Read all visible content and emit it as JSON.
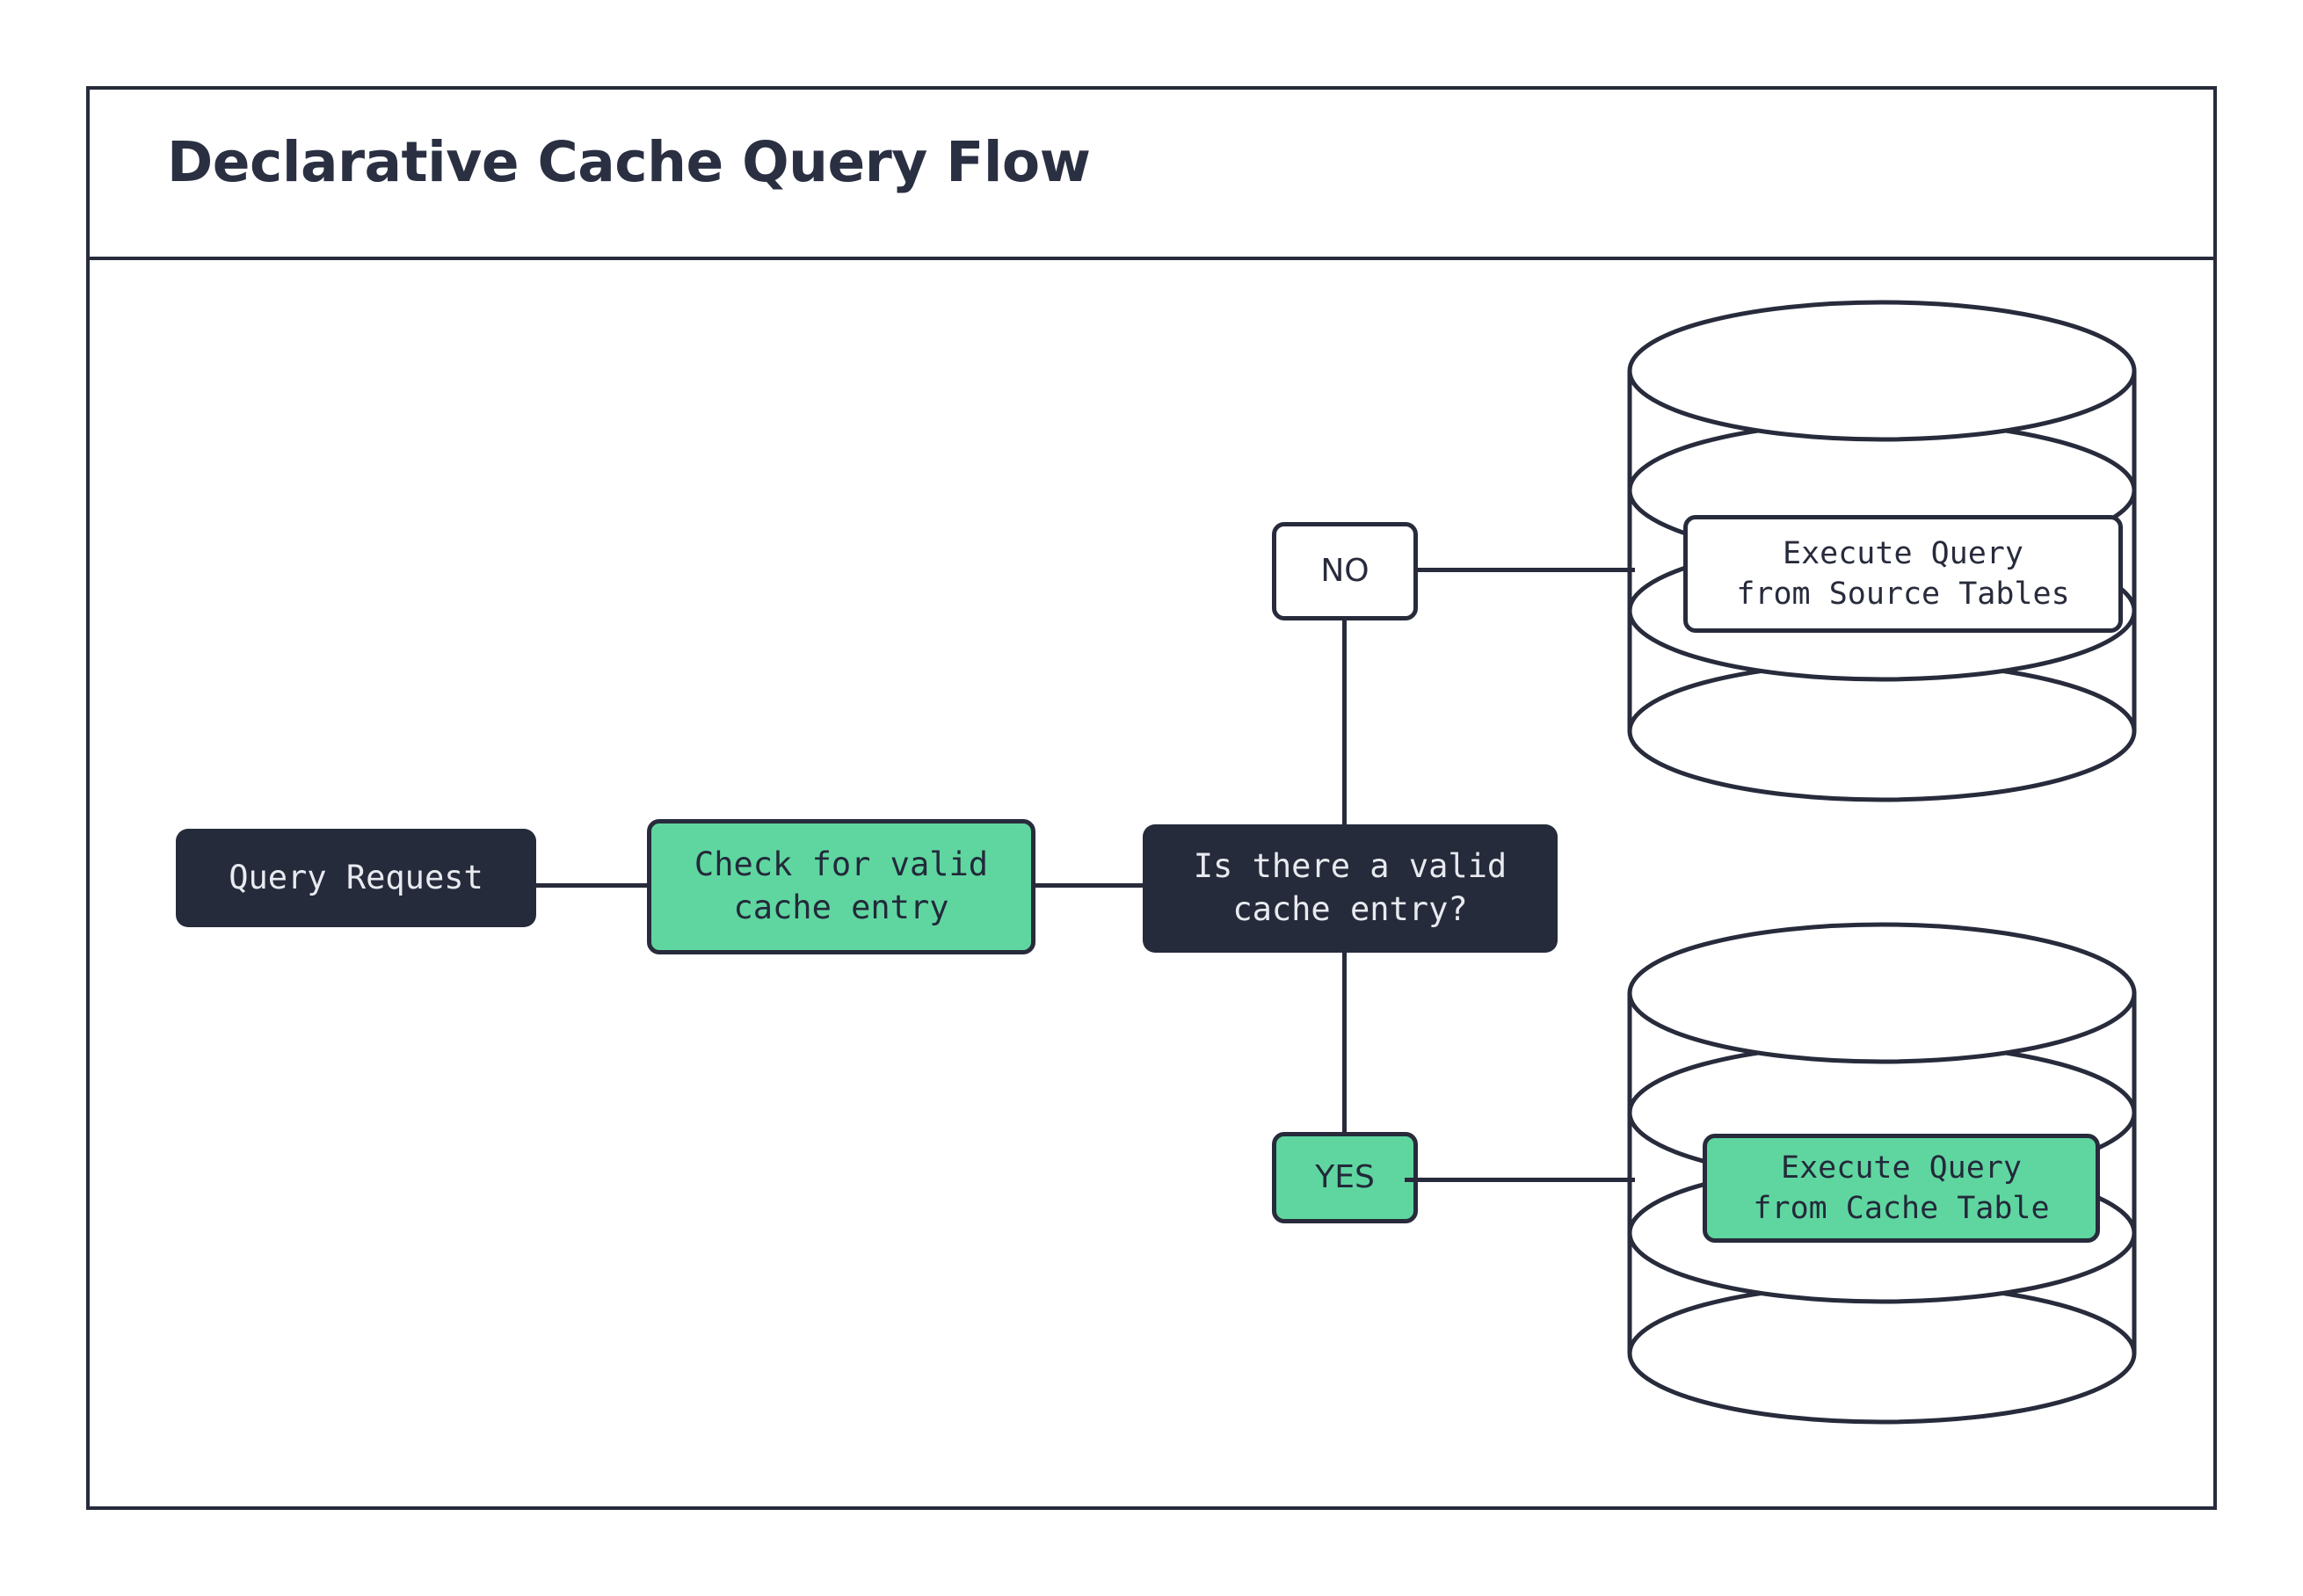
{
  "diagram": {
    "title": "Declarative Cache Query Flow",
    "type": "flowchart",
    "colors": {
      "dark": "#262b3b",
      "green": "#5fd6a0",
      "white": "#ffffff",
      "stroke": "#272b3b",
      "title_text": "#2a3042"
    },
    "nodes": {
      "query_request": {
        "label": "Query Request",
        "style": "dark"
      },
      "check_cache": {
        "label": "Check for valid\ncache entry",
        "style": "green"
      },
      "decision": {
        "label": "Is there a valid\ncache entry?",
        "style": "dark"
      },
      "label_no": {
        "label": "NO",
        "style": "white"
      },
      "label_yes": {
        "label": "YES",
        "style": "green"
      },
      "source_tables": {
        "label": "Execute Query\nfrom Source Tables",
        "style": "white",
        "container": "database-cylinder"
      },
      "cache_table": {
        "label": "Execute Query\nfrom Cache Table",
        "style": "green",
        "container": "database-cylinder"
      }
    },
    "edges": [
      {
        "from": "query_request",
        "to": "check_cache"
      },
      {
        "from": "check_cache",
        "to": "decision"
      },
      {
        "from": "decision",
        "to": "label_no"
      },
      {
        "from": "decision",
        "to": "label_yes"
      },
      {
        "from": "label_no",
        "to": "source_tables"
      },
      {
        "from": "label_yes",
        "to": "cache_table"
      }
    ],
    "icons": {
      "source_cylinder": "database-cylinder-icon",
      "cache_cylinder": "database-cylinder-icon"
    }
  }
}
